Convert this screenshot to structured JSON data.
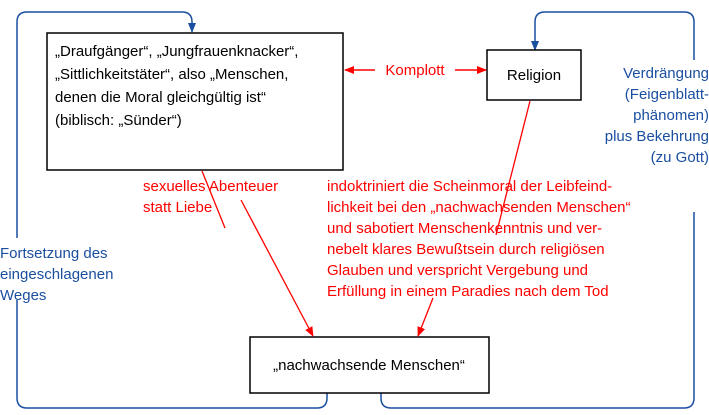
{
  "boxes": {
    "sinners": {
      "lines": [
        "„Draufgänger“, „Jungfrauenknacker“,",
        "„Sittlichkeitstäter“, also „Menschen,",
        "denen die Moral gleichgültig ist“",
        "(biblisch: „Sünder“)"
      ]
    },
    "religion": {
      "label": "Religion"
    },
    "youth": {
      "label": "„nachwachsende Menschen“"
    }
  },
  "labels": {
    "komplott": "Komplott",
    "adventure": [
      "sexuelles Abenteuer",
      "statt Liebe"
    ],
    "indoctrination": [
      "indoktriniert die Scheinmoral der Leibfeind-",
      "lichkeit bei den „nachwachsenden Menschen“",
      "und sabotiert Menschenkenntnis und ver-",
      "nebelt klares Bewußtsein durch religiösen",
      "Glauben und verspricht Vergebung und",
      "Erfüllung in einem Paradies nach dem Tod"
    ],
    "repression": [
      "Verdrängung",
      "(Feigenblatt-",
      "phänomen)",
      "plus Bekehrung",
      "(zu Gott)"
    ],
    "continuation": [
      "Fortsetzung des",
      "eingeschlagenen",
      "Weges"
    ]
  },
  "colors": {
    "red": "#ff0000",
    "blue": "#1a4fa0",
    "black": "#000000"
  }
}
